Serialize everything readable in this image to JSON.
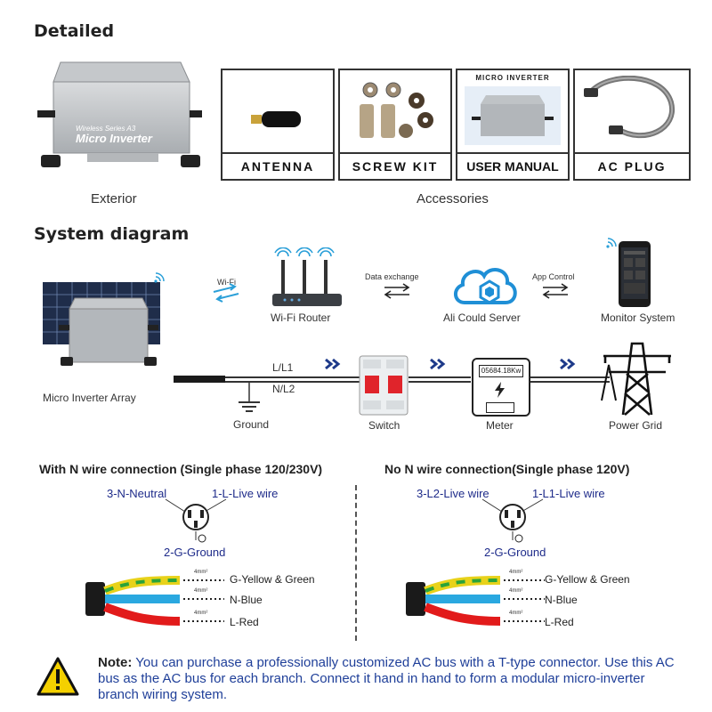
{
  "headings": {
    "detailed": "Detailed",
    "system": "System diagram"
  },
  "detailed": {
    "exterior_caption": "Exterior",
    "accessories_caption": "Accessories",
    "product_text": {
      "series": "Wireless Series A3",
      "name": "Micro Inverter"
    },
    "accessories": [
      {
        "label": "ANTENNA"
      },
      {
        "label": "SCREW KIT"
      },
      {
        "label": "USER MANUAL",
        "top_text": "MICRO INVERTER"
      },
      {
        "label": "AC PLUG"
      }
    ]
  },
  "system": {
    "wifi_label": "Wi-Fi",
    "router_label": "Wi-Fi Router",
    "data_exchange": "Data exchange",
    "server_label": "Ali Could Server",
    "app_control": "App Control",
    "monitor_label": "Monitor System",
    "array_label": "Micro Inverter Array",
    "line1": "L/L1",
    "line2": "N/L2",
    "ground": "Ground",
    "switch": "Switch",
    "meter": "Meter",
    "meter_reading": "05684.18Kw",
    "grid": "Power Grid"
  },
  "connections": {
    "left": {
      "title": "With N wire connection (Single phase 120/230V)",
      "pin_left": "3-N-Neutral",
      "pin_right": "1-L-Live wire",
      "pin_bottom": "2-G-Ground",
      "wires": [
        {
          "size": "4mm²",
          "label": "G-Yellow & Green"
        },
        {
          "size": "4mm²",
          "label": "N-Blue"
        },
        {
          "size": "4mm²",
          "label": "L-Red"
        }
      ]
    },
    "right": {
      "title": "No N wire connection(Single phase 120V)",
      "pin_left": "3-L2-Live wire",
      "pin_right": "1-L1-Live wire",
      "pin_bottom": "2-G-Ground",
      "wires": [
        {
          "size": "4mm²",
          "label": "G-Yellow & Green"
        },
        {
          "size": "4mm²",
          "label": "N-Blue"
        },
        {
          "size": "4mm²",
          "label": "L-Red"
        }
      ]
    }
  },
  "note": {
    "prefix": "Note:",
    "text": "You can purchase a professionally customized AC bus with a T-type connector. Use this AC bus as the AC bus for each branch. Connect it hand in hand to form a modular micro-inverter branch wiring system."
  },
  "colors": {
    "navy": "#1e2b8a",
    "arrow": "#1e3a8a",
    "wire_yellow": "#e8d21a",
    "wire_green": "#2aa33a",
    "wire_blue": "#2aa8e0",
    "wire_red": "#e21b1b",
    "warning": "#f4d000"
  }
}
